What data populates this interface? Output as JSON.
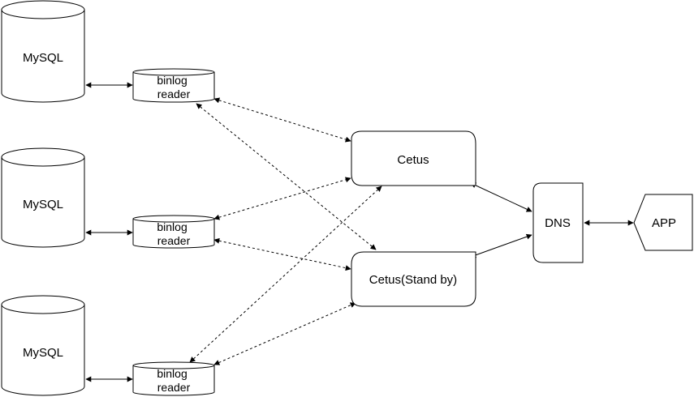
{
  "nodes": {
    "mysql_1": "MySQL",
    "mysql_2": "MySQL",
    "mysql_3": "MySQL",
    "binlog_1": [
      "binlog",
      "reader"
    ],
    "binlog_2": [
      "binlog",
      "reader"
    ],
    "binlog_3": [
      "binlog",
      "reader"
    ],
    "cetus": "Cetus",
    "cetus_standby": "Cetus(Stand by)",
    "dns": "DNS",
    "app": "APP"
  },
  "edges": [
    {
      "from": "mysql_1",
      "to": "binlog_1",
      "style": "solid"
    },
    {
      "from": "mysql_2",
      "to": "binlog_2",
      "style": "solid"
    },
    {
      "from": "mysql_3",
      "to": "binlog_3",
      "style": "solid"
    },
    {
      "from": "binlog_1",
      "to": "cetus",
      "style": "dashed"
    },
    {
      "from": "binlog_1",
      "to": "cetus_standby",
      "style": "dashed"
    },
    {
      "from": "binlog_2",
      "to": "cetus",
      "style": "dashed"
    },
    {
      "from": "binlog_2",
      "to": "cetus_standby",
      "style": "dashed"
    },
    {
      "from": "binlog_3",
      "to": "cetus",
      "style": "dashed"
    },
    {
      "from": "binlog_3",
      "to": "cetus_standby",
      "style": "dashed"
    },
    {
      "from": "cetus",
      "to": "dns",
      "style": "solid"
    },
    {
      "from": "cetus_standby",
      "to": "dns",
      "style": "solid"
    },
    {
      "from": "dns",
      "to": "app",
      "style": "solid"
    }
  ]
}
